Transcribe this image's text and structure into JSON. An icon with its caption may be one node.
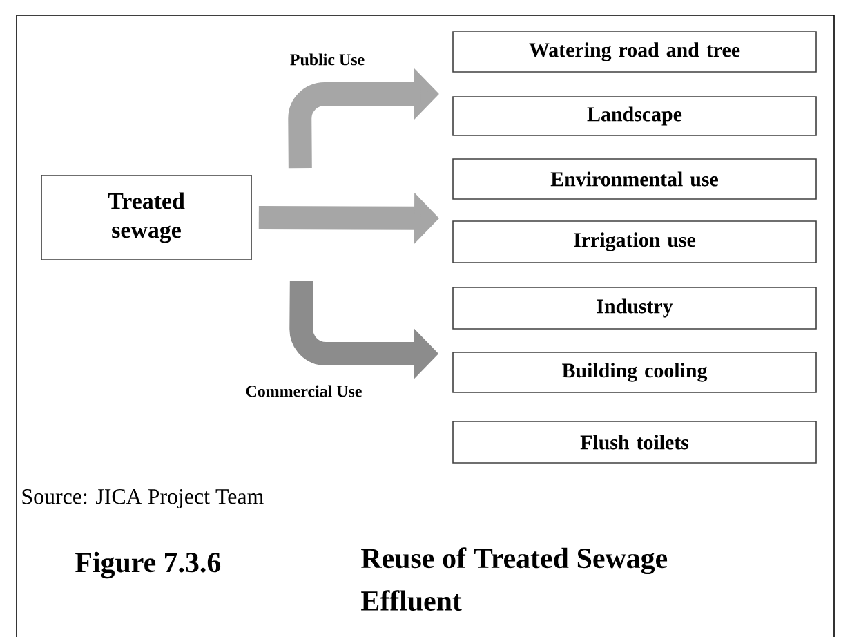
{
  "diagram": {
    "caption": "Reuse of Treated Sewage Effluent",
    "nodes": [
      {
        "text": [
          "Treated sewage"
        ]
      },
      {
        "text": [
          "Watering road and tree"
        ]
      },
      {
        "text": [
          "Landscape"
        ]
      },
      {
        "text": [
          "Environmental use"
        ]
      },
      {
        "text": [
          "Irrigation use"
        ]
      },
      {
        "text": [
          "Industry"
        ]
      },
      {
        "text": [
          "Building cooling"
        ]
      },
      {
        "text": [
          "Flush toilets"
        ]
      }
    ],
    "edges": [
      {
        "from": 0,
        "to": null,
        "arrow": "to",
        "label": "Public Use"
      },
      {
        "from": 0,
        "to": null,
        "arrow": "to"
      },
      {
        "from": 0,
        "to": 6,
        "arrow": "to",
        "label": "Commercial Use",
        "color": "#8c8c8c"
      }
    ],
    "labels": [
      "Source:   JICA Project Team",
      "Figure 7.3.6"
    ]
  }
}
